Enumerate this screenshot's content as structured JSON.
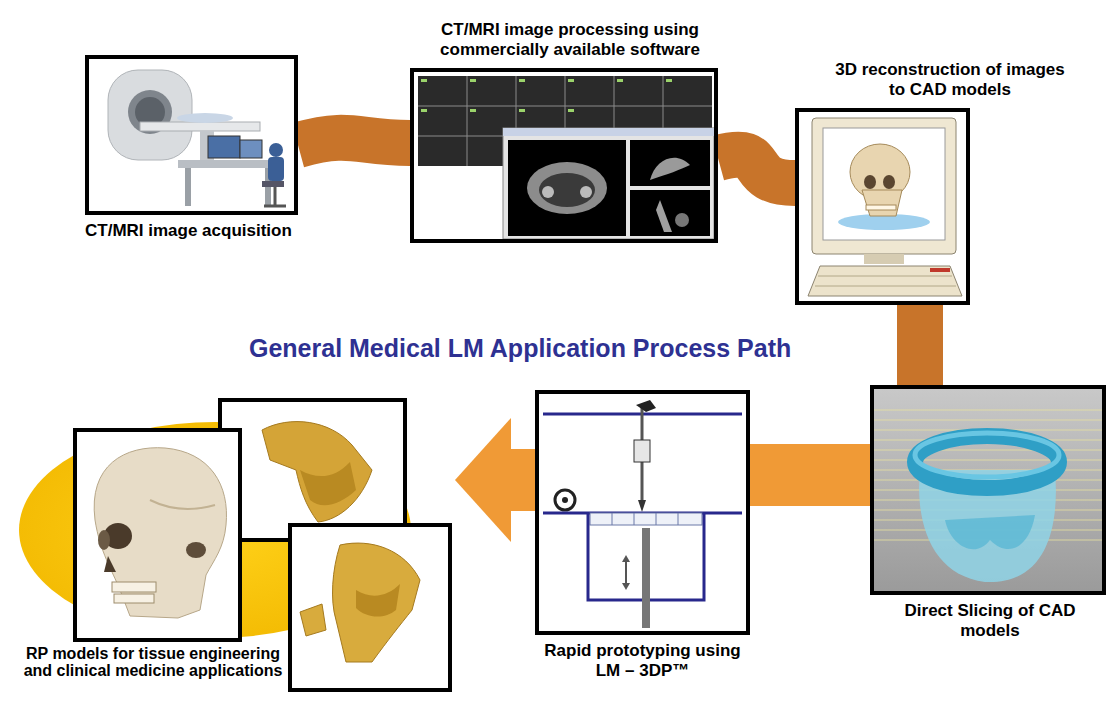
{
  "diagram": {
    "title": "General Medical LM Application Process Path",
    "nodes": [
      {
        "text": [
          "CT/MRI image acquisition"
        ]
      },
      {
        "text": [
          "CT/MRI image processing using commercially available software"
        ]
      },
      {
        "text": [
          "3D reconstruction of images to CAD models"
        ]
      },
      {
        "text": [
          "Direct Slicing of CAD models"
        ]
      },
      {
        "text": [
          "Rapid prototyping using LM – 3DP™"
        ]
      },
      {
        "text": [
          "RP models for tissue engineering and clinical medicine applications"
        ]
      }
    ],
    "edges": [
      {
        "from": 0,
        "to": 1,
        "arrow": "none"
      },
      {
        "from": 1,
        "to": 2,
        "arrow": "none"
      },
      {
        "from": 2,
        "to": 3,
        "arrow": "none"
      },
      {
        "from": 3,
        "to": 4,
        "arrow": "none"
      },
      {
        "from": 4,
        "to": 5,
        "arrow": "to"
      }
    ]
  }
}
